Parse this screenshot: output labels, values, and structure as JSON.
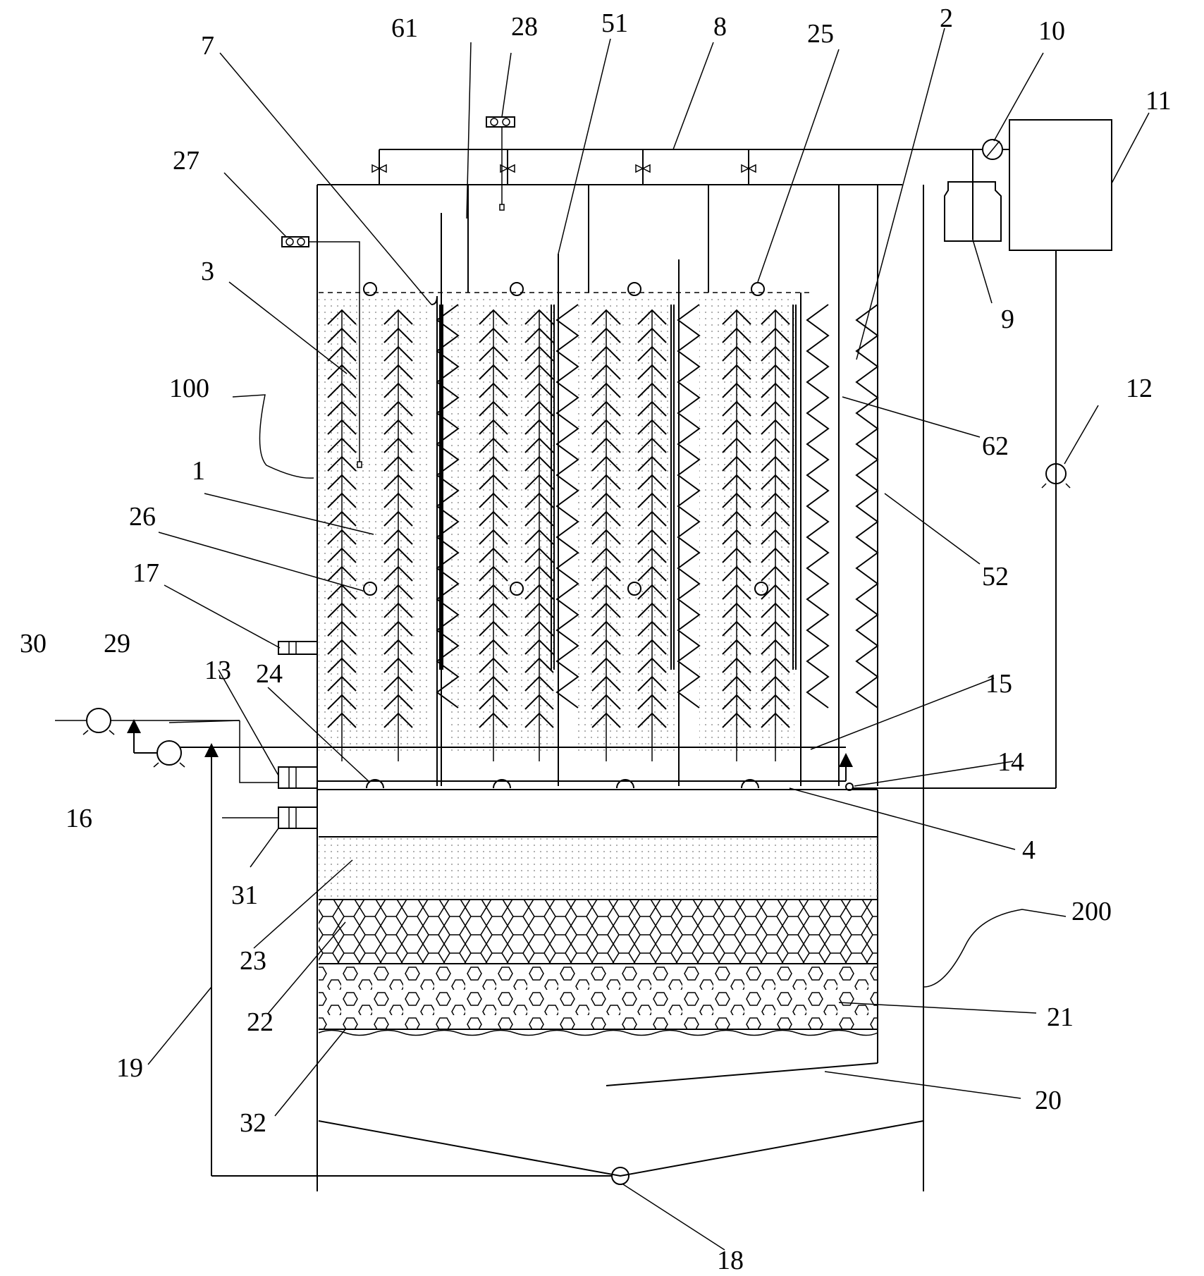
{
  "labels": {
    "l1": "1",
    "l2": "2",
    "l3": "3",
    "l4": "4",
    "l7": "7",
    "l8": "8",
    "l9": "9",
    "l10": "10",
    "l11": "11",
    "l12": "12",
    "l13": "13",
    "l14": "14",
    "l15": "15",
    "l16": "16",
    "l17": "17",
    "l18": "18",
    "l19": "19",
    "l20": "20",
    "l21": "21",
    "l22": "22",
    "l23": "23",
    "l24": "24",
    "l25": "25",
    "l26": "26",
    "l27": "27",
    "l28": "28",
    "l29": "29",
    "l30": "30",
    "l31": "31",
    "l32": "32",
    "l51": "51",
    "l52": "52",
    "l61": "61",
    "l62": "62",
    "l100": "100",
    "l200": "200"
  },
  "icons": [
    "pump-icon",
    "valve-icon",
    "flow-arrow-icon",
    "gauge-icon",
    "sensor-icon"
  ]
}
